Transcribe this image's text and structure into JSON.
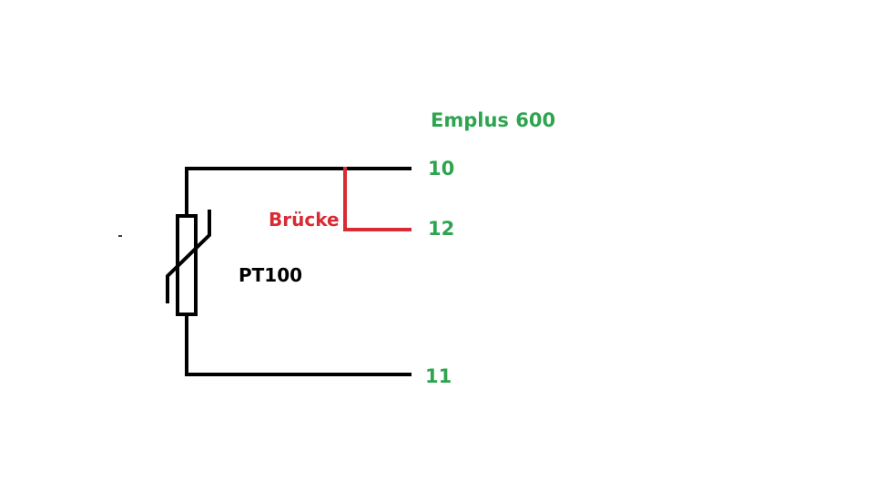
{
  "diagram": {
    "title": "Emplus 600",
    "component": {
      "name": "PT100",
      "type": "variable-resistor"
    },
    "bridge": {
      "label": "Brücke",
      "connects": [
        "10",
        "12"
      ]
    },
    "terminals": [
      {
        "id": "10",
        "label": "10"
      },
      {
        "id": "12",
        "label": "12"
      },
      {
        "id": "11",
        "label": "11"
      }
    ],
    "colors": {
      "terminal_text": "#2ea44f",
      "bridge": "#d92b34",
      "wire": "#000000"
    }
  }
}
